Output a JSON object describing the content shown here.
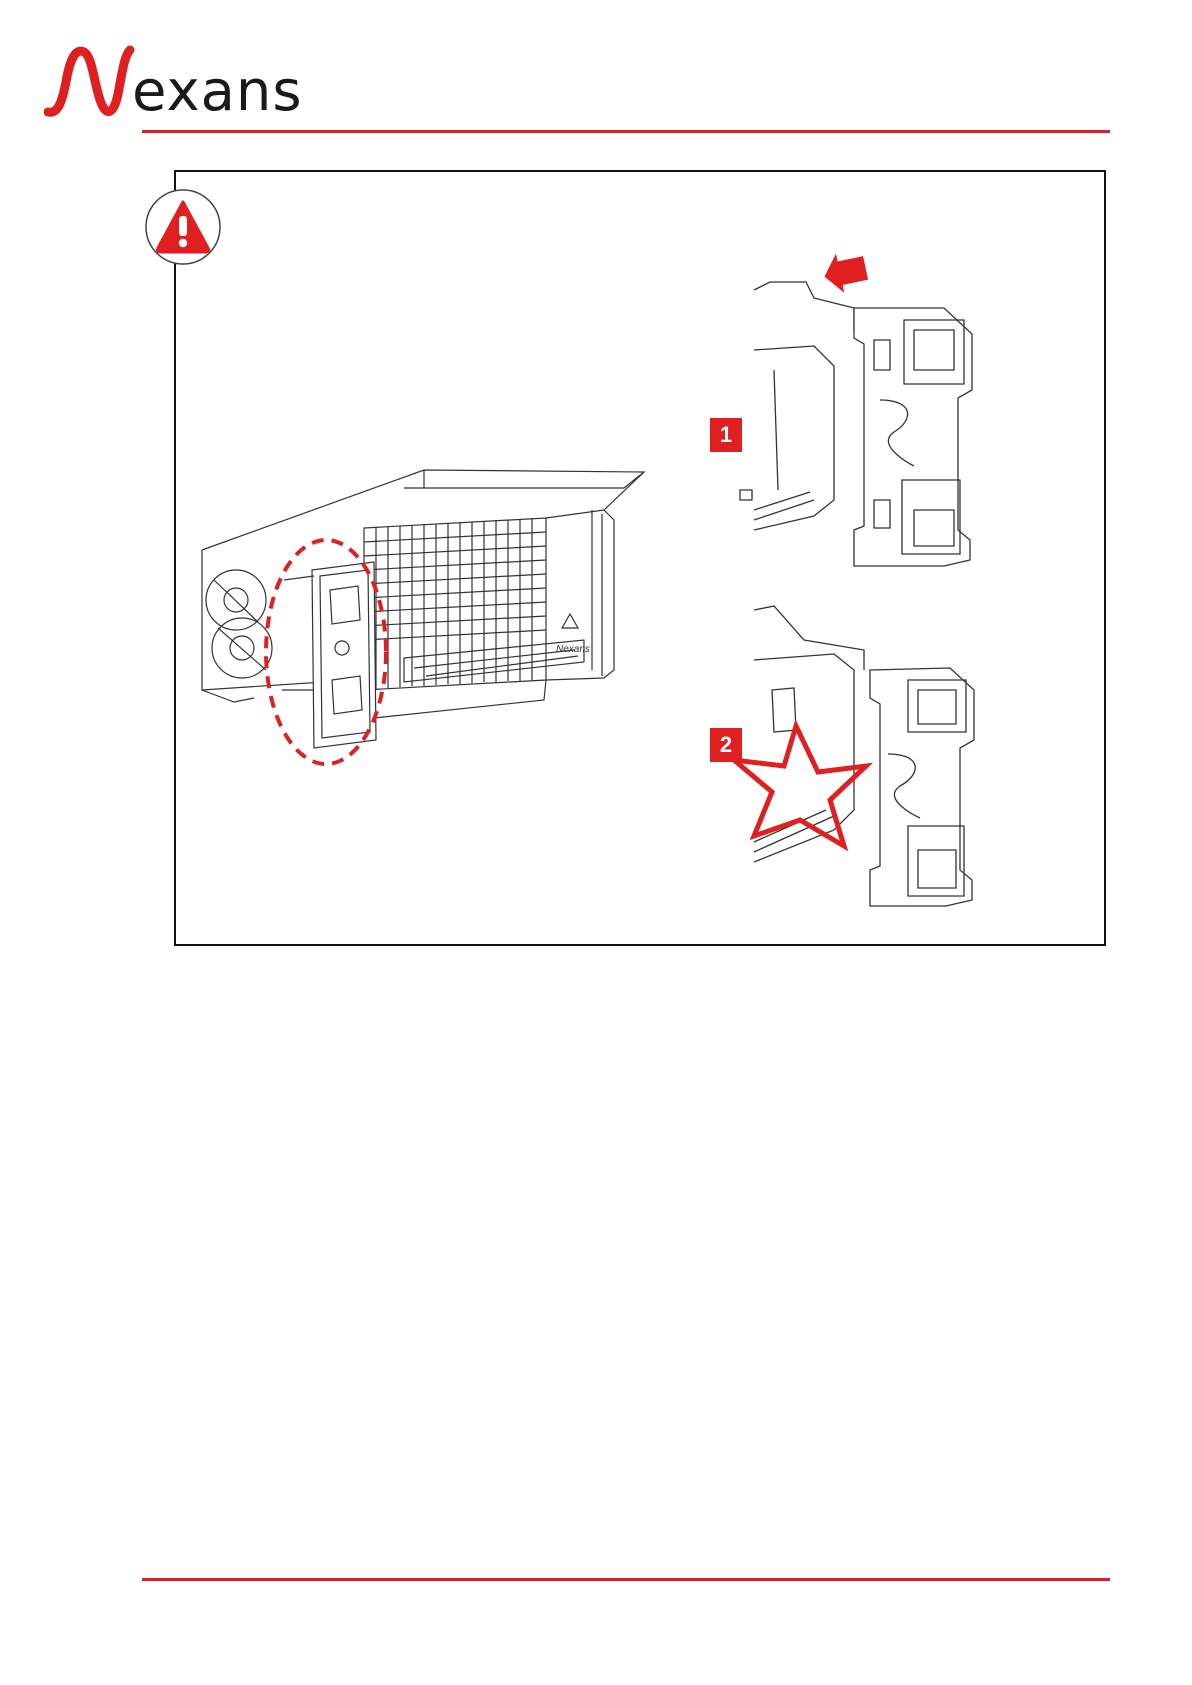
{
  "brand": {
    "name": "Nexans",
    "wordmark_suffix": "exans",
    "accent_color": "#e02020",
    "text_color": "#1a1a1a"
  },
  "warning": {
    "icon": "warning-triangle-icon",
    "color": "#e02020"
  },
  "illustration": {
    "product_mark": "Nexans",
    "steps": [
      {
        "number": "1",
        "icon": "push-left-arrow-icon"
      },
      {
        "number": "2",
        "icon": "click-star-icon"
      }
    ]
  }
}
